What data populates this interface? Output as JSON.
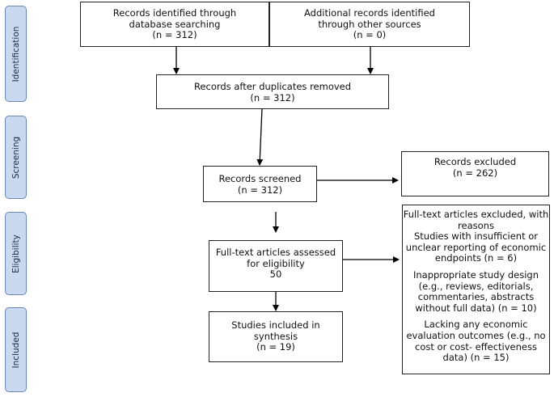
{
  "phases": [
    "Identification",
    "Screening",
    "Eligibility",
    "Included"
  ],
  "boxes": {
    "database": [
      "Records identified through",
      "database searching",
      "(n = 312)"
    ],
    "other": [
      "Additional records identified",
      "through other sources",
      "(n = 0)"
    ],
    "duplicates": [
      "Records after duplicates removed",
      "(n = 312)"
    ],
    "screened": [
      "Records screened",
      "(n = 312)"
    ],
    "excluded": [
      "Records excluded",
      "(n = 262)"
    ],
    "assessed": [
      "Full-text articles assessed",
      "for eligibility",
      "50"
    ],
    "included": [
      "Studies included in",
      "synthesis",
      "(n = 19)"
    ]
  },
  "fulltext_excluded": {
    "header": [
      "Full-text articles excluded,",
      "with reasons"
    ],
    "reasons": [
      [
        "Studies with insufficient or",
        "unclear reporting of",
        "economic endpoints (n = 6)"
      ],
      [
        "Inappropriate study design",
        "(e.g., reviews, editorials,",
        "commentaries, abstracts",
        "without full data) (n = 10)"
      ],
      [
        "Lacking any economic",
        "evaluation outcomes (e.g.,",
        "no cost or cost-",
        "effectiveness data) (n = 15)"
      ]
    ]
  }
}
